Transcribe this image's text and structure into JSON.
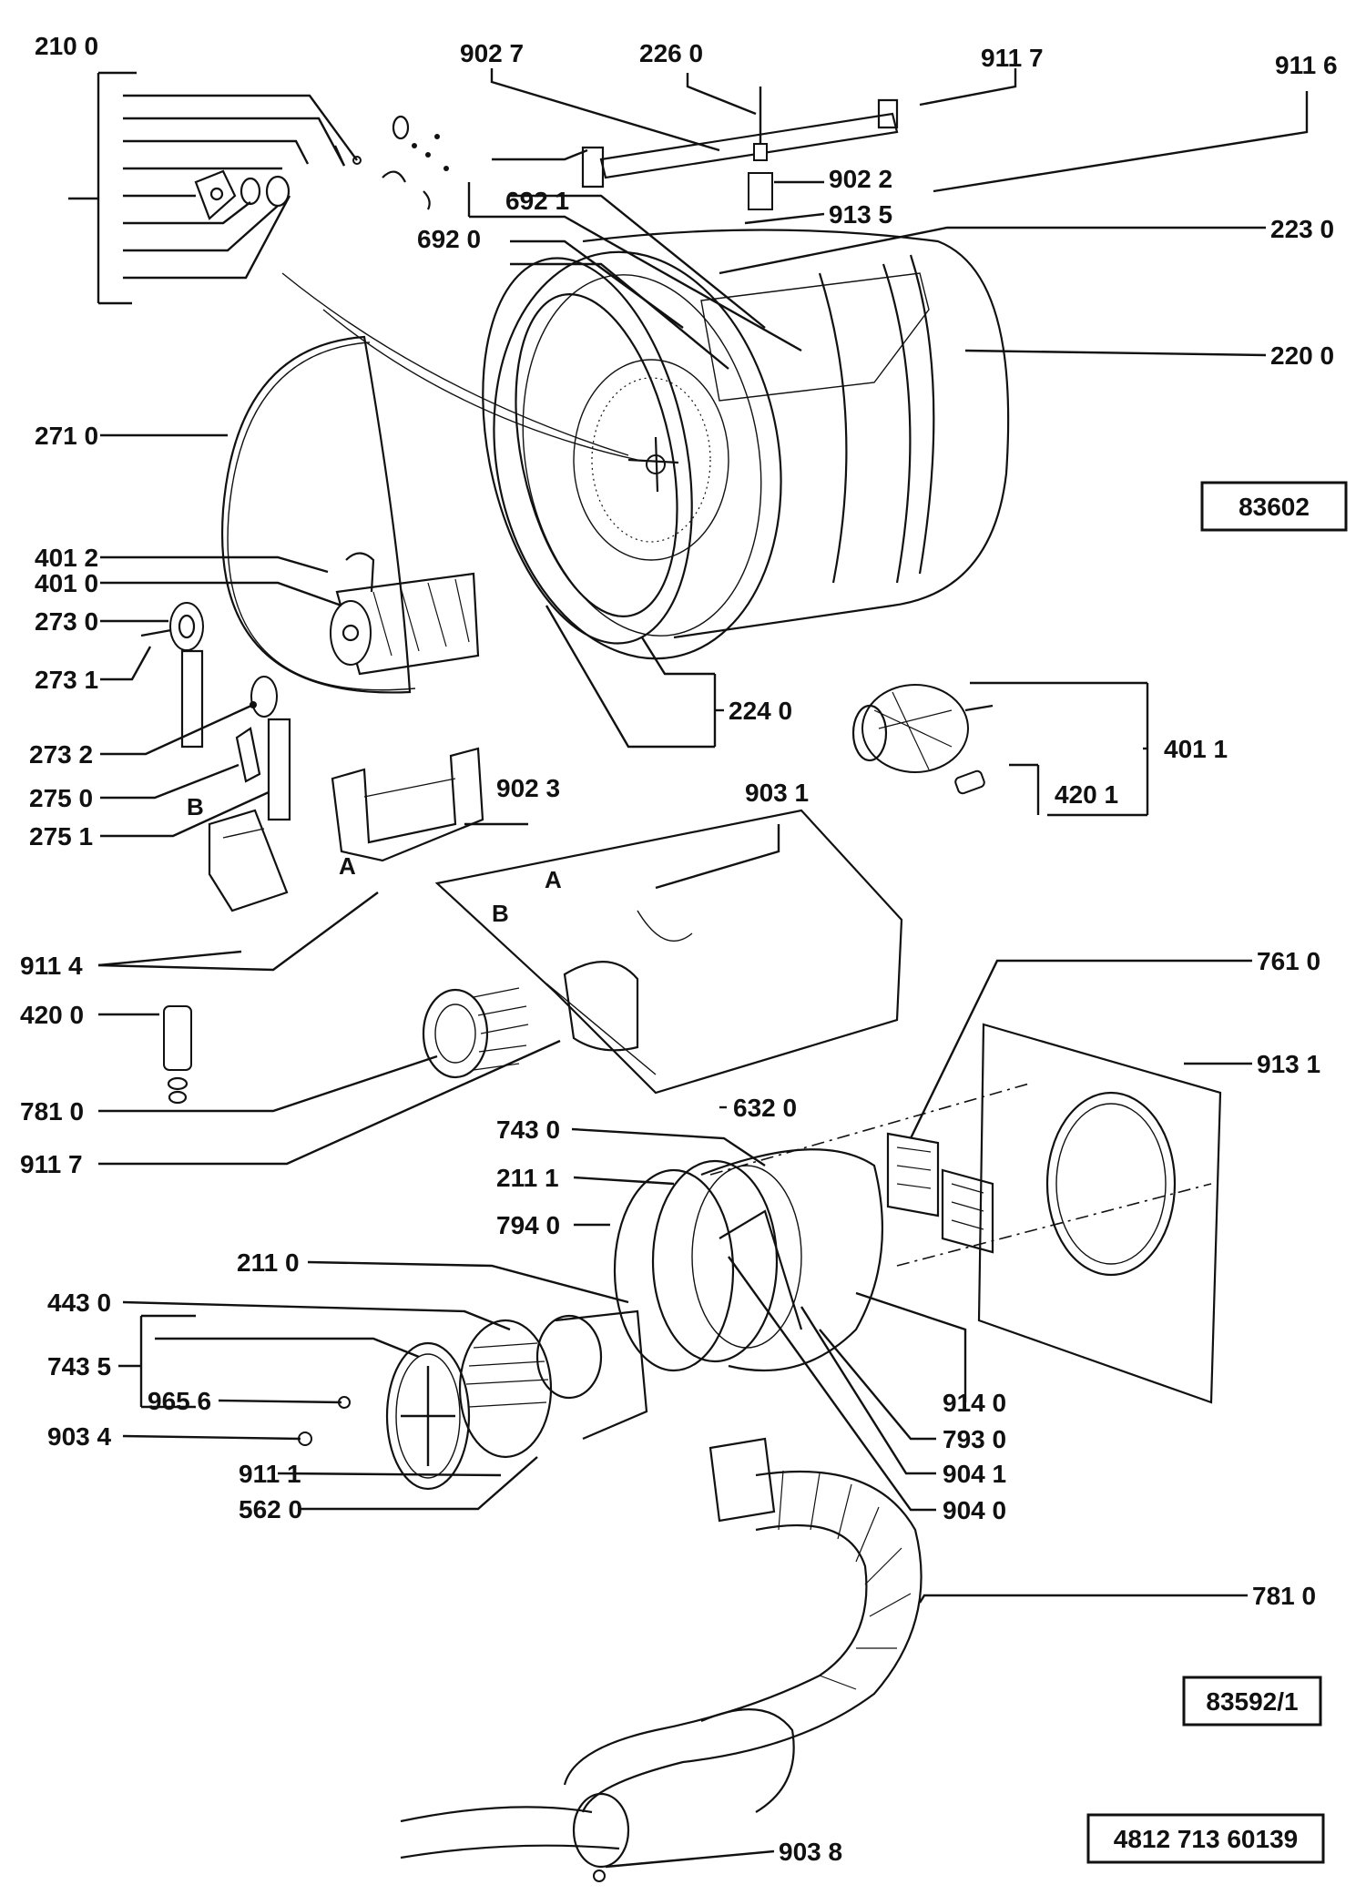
{
  "part_labels": [
    {
      "id": "210_0",
      "text": "210 0"
    },
    {
      "id": "902_7",
      "text": "902 7"
    },
    {
      "id": "226_0",
      "text": "226 0"
    },
    {
      "id": "911_7_top",
      "text": "911 7"
    },
    {
      "id": "911_6",
      "text": "911 6"
    },
    {
      "id": "902_2",
      "text": "902 2"
    },
    {
      "id": "692_1",
      "text": "692 1"
    },
    {
      "id": "913_5",
      "text": "913 5"
    },
    {
      "id": "692_0",
      "text": "692 0"
    },
    {
      "id": "223_0",
      "text": "223 0"
    },
    {
      "id": "220_0",
      "text": "220 0"
    },
    {
      "id": "271_0",
      "text": "271 0"
    },
    {
      "id": "401_2",
      "text": "401 2"
    },
    {
      "id": "401_0",
      "text": "401 0"
    },
    {
      "id": "273_0",
      "text": "273 0"
    },
    {
      "id": "273_1",
      "text": "273 1"
    },
    {
      "id": "224_0",
      "text": "224 0"
    },
    {
      "id": "401_1",
      "text": "401 1"
    },
    {
      "id": "273_2",
      "text": "273 2"
    },
    {
      "id": "275_0",
      "text": "275 0"
    },
    {
      "id": "902_3",
      "text": "902 3"
    },
    {
      "id": "903_1",
      "text": "903 1"
    },
    {
      "id": "420_1",
      "text": "420 1"
    },
    {
      "id": "275_1",
      "text": "275 1"
    },
    {
      "id": "911_4",
      "text": "911 4"
    },
    {
      "id": "761_0",
      "text": "761 0"
    },
    {
      "id": "420_0",
      "text": "420 0"
    },
    {
      "id": "913_1",
      "text": "913 1"
    },
    {
      "id": "781_0_left",
      "text": "781 0"
    },
    {
      "id": "632_0",
      "text": "632 0"
    },
    {
      "id": "743_0",
      "text": "743 0"
    },
    {
      "id": "911_7_bottom",
      "text": "911 7"
    },
    {
      "id": "211_1",
      "text": "211 1"
    },
    {
      "id": "794_0",
      "text": "794 0"
    },
    {
      "id": "211_0",
      "text": "211 0"
    },
    {
      "id": "443_0",
      "text": "443 0"
    },
    {
      "id": "743_5",
      "text": "743 5"
    },
    {
      "id": "965_6",
      "text": "965 6"
    },
    {
      "id": "914_0",
      "text": "914 0"
    },
    {
      "id": "903_4",
      "text": "903 4"
    },
    {
      "id": "793_0",
      "text": "793 0"
    },
    {
      "id": "911_1",
      "text": "911 1"
    },
    {
      "id": "904_1",
      "text": "904 1"
    },
    {
      "id": "562_0",
      "text": "562 0"
    },
    {
      "id": "904_0",
      "text": "904 0"
    },
    {
      "id": "781_0_right",
      "text": "781 0"
    },
    {
      "id": "903_8",
      "text": "903 8"
    }
  ],
  "letters": {
    "b_left": "B",
    "a_left": "A",
    "a_panel": "A",
    "b_panel": "B"
  },
  "boxes": {
    "drawing_top": "83602",
    "drawing_bottom": "83592/1",
    "part_number": "4812 713 60139"
  }
}
